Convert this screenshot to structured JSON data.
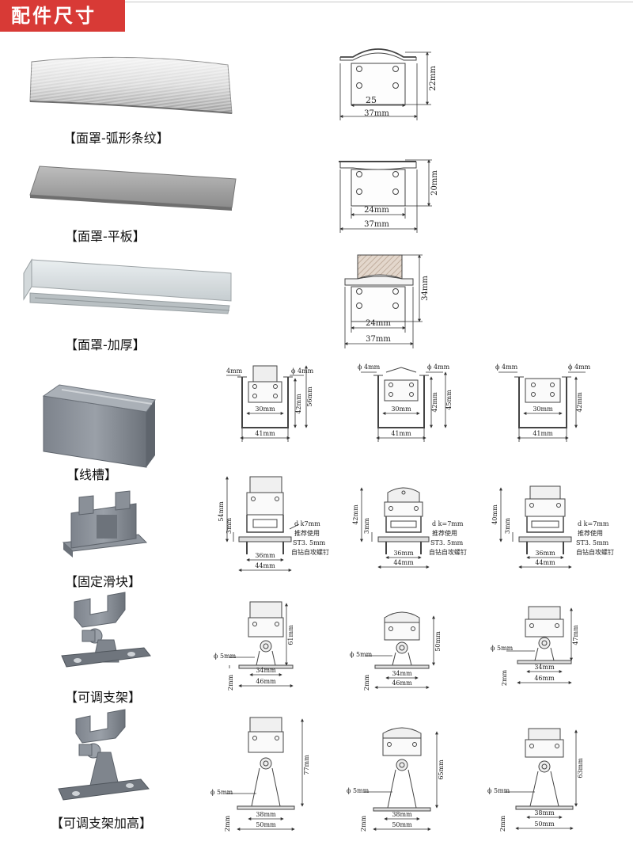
{
  "header": {
    "title": "配件尺寸"
  },
  "products": [
    {
      "label": "【面罩-弧形条纹】"
    },
    {
      "label": "【面罩-平板】"
    },
    {
      "label": "【面罩-加厚】"
    },
    {
      "label": "【线槽】"
    },
    {
      "label": "【固定滑块】"
    },
    {
      "label": "【可调支架】"
    },
    {
      "label": "【可调支架加高】"
    }
  ],
  "covers": [
    {
      "w_inner": "25",
      "w_outer": "37mm",
      "h": "22mm"
    },
    {
      "w_inner": "24mm",
      "w_outer": "37mm",
      "h": "20mm"
    },
    {
      "w_inner": "24mm",
      "w_outer": "37mm",
      "h": "34mm"
    }
  ],
  "channels": [
    {
      "hole_l": "4mm",
      "hole_r": "ϕ 4mm",
      "inner": "30mm",
      "outer": "41mm",
      "h1": "42mm",
      "h2": "56mm"
    },
    {
      "hole_l": "ϕ 4mm",
      "hole_r": "ϕ 4mm",
      "inner": "30mm",
      "outer": "41mm",
      "h1": "42mm",
      "h2": "45mm"
    },
    {
      "hole_l": "ϕ 4mm",
      "hole_r": "ϕ 4mm",
      "inner": "30mm",
      "outer": "41mm",
      "h1": "42mm"
    }
  ],
  "sliders": [
    {
      "h": "54mm",
      "h3": "3mm",
      "note1": "d k7mm",
      "note2": "推荐使用",
      "note3": "ST3. 5mm",
      "note4": "自钻自攻螺钉",
      "inner": "36mm",
      "outer": "44mm"
    },
    {
      "h": "42mm",
      "h3": "3mm",
      "note1": "d k=7mm",
      "note2": "推荐使用",
      "note3": "ST3. 5mm",
      "note4": "自钻自攻螺钉",
      "inner": "36mm",
      "outer": "44mm"
    },
    {
      "h": "40mm",
      "h3": "3mm",
      "note1": "d k=7mm",
      "note2": "推荐使用",
      "note3": "ST3. 5mm",
      "note4": "自钻自攻螺钉",
      "inner": "36mm",
      "outer": "44mm"
    }
  ],
  "brackets": [
    {
      "hole": "ϕ 5mm",
      "t": "2mm",
      "inner": "34mm",
      "outer": "46mm",
      "h": "61mm"
    },
    {
      "hole": "ϕ 5mm",
      "t": "2mm",
      "inner": "34mm",
      "outer": "46mm",
      "h": "50mm"
    },
    {
      "hole": "ϕ 5mm",
      "t": "2mm",
      "inner": "34mm",
      "outer": "46mm",
      "h": "47mm"
    }
  ],
  "tallbrackets": [
    {
      "hole": "ϕ 5mm",
      "t": "2mm",
      "inner": "38mm",
      "outer": "50mm",
      "h": "77mm"
    },
    {
      "hole": "ϕ 5mm",
      "t": "2mm",
      "inner": "38mm",
      "outer": "50mm",
      "h": "65mm"
    },
    {
      "hole": "ϕ 5mm",
      "t": "2mm",
      "inner": "38mm",
      "outer": "50mm",
      "h": "63mm"
    }
  ]
}
